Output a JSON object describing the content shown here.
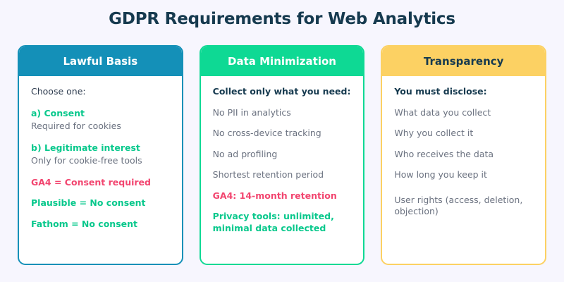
{
  "title": "GDPR Requirements for Web Analytics",
  "background_color": "#f7f6fe",
  "title_color": "#163a4f",
  "cards": [
    {
      "header": "Lawful Basis",
      "header_bg": "#1490b8",
      "header_text_color": "#ffffff",
      "border_color": "#1490b8",
      "lines": [
        {
          "text": "Choose one:",
          "style": "head-dark"
        },
        {
          "text": "a) Consent",
          "style": "accent-green"
        },
        {
          "text": "Required for cookies",
          "style": "sub"
        },
        {
          "text": "b) Legitimate interest",
          "style": "accent-green"
        },
        {
          "text": "Only for cookie-free tools",
          "style": "sub"
        },
        {
          "text": "GA4 = Consent required",
          "style": "accent-pink"
        },
        {
          "text": "Plausible = No consent",
          "style": "accent-green-block"
        },
        {
          "text": "Fathom = No consent",
          "style": "accent-green-block"
        }
      ]
    },
    {
      "header": "Data Minimization",
      "header_bg": "#0ed994",
      "header_text_color": "#ffffff",
      "border_color": "#0ed994",
      "lines": [
        {
          "text": "Collect only what you need:",
          "style": "bold-dark"
        },
        {
          "text": "No PII in analytics",
          "style": "plain"
        },
        {
          "text": "No cross-device tracking",
          "style": "plain"
        },
        {
          "text": "No ad profiling",
          "style": "plain"
        },
        {
          "text": "Shortest retention period",
          "style": "plain"
        },
        {
          "text": "GA4: 14-month retention",
          "style": "accent-pink"
        },
        {
          "text": "Privacy tools: unlimited, minimal data collected",
          "style": "accent-green-block"
        }
      ]
    },
    {
      "header": "Transparency",
      "header_bg": "#fcd163",
      "header_text_color": "#163a4f",
      "border_color": "#fcd163",
      "lines": [
        {
          "text": "You must disclose:",
          "style": "bold-dark"
        },
        {
          "text": "What data you collect",
          "style": "plain"
        },
        {
          "text": "Why you collect it",
          "style": "plain"
        },
        {
          "text": "Who receives the data",
          "style": "plain"
        },
        {
          "text": "How long you keep it",
          "style": "plain"
        },
        {
          "text": "User rights (access, deletion, objection)",
          "style": "plain gap-before"
        }
      ]
    }
  ]
}
